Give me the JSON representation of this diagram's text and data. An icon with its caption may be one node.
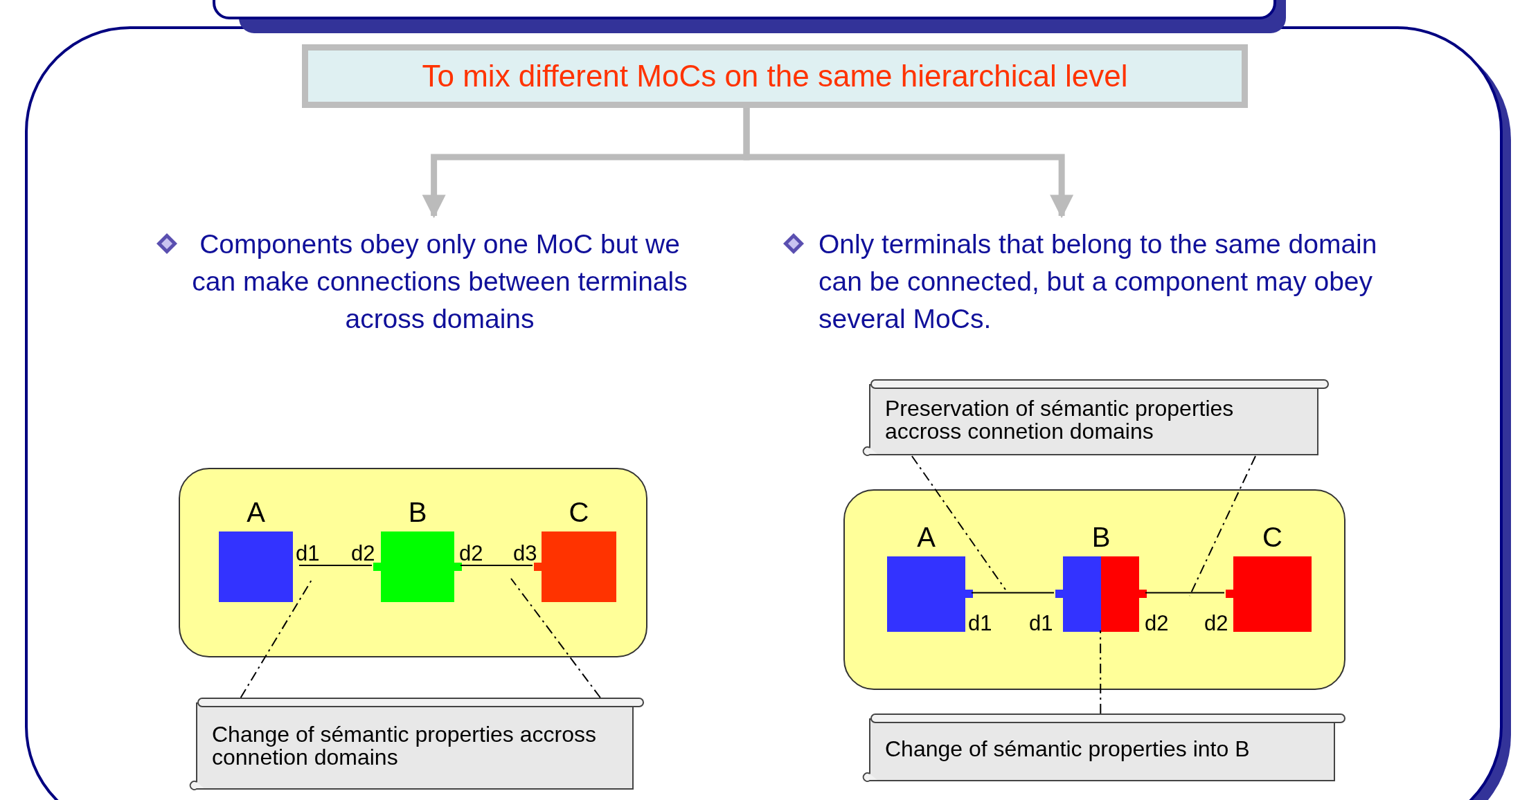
{
  "diagram": {
    "nodes": [
      {
        "text": [
          "To mix different MoCs on the same hierarchical level"
        ]
      },
      {
        "text": [
          "Components obey only one MoC but we can make connections between terminals across domains"
        ]
      },
      {
        "text": [
          "Only terminals that belong to the same domain can be connected, but a component may obey several MoCs."
        ]
      },
      {
        "text": [],
        "shape": "box"
      },
      {
        "text": [
          "A"
        ],
        "in": 3
      },
      {
        "text": [
          "B"
        ],
        "in": 3
      },
      {
        "text": [
          "C"
        ],
        "in": 3
      },
      {
        "text": [
          "Change of sémantic properties accross connetion domains"
        ]
      },
      {
        "text": [
          "Preservation of sémantic properties accross connetion domains"
        ]
      },
      {
        "text": [],
        "shape": "box"
      },
      {
        "text": [
          "A"
        ],
        "in": 9
      },
      {
        "text": [
          "B"
        ],
        "in": 9
      },
      {
        "text": [
          "C"
        ],
        "in": 9
      },
      {
        "text": [
          "Change of sémantic properties into B"
        ]
      }
    ],
    "edges": [
      {
        "from": 0,
        "to": 1,
        "arrow": "to",
        "style": "thick",
        "color": "#bbbbbb"
      },
      {
        "from": 0,
        "to": 2,
        "arrow": "to",
        "style": "thick",
        "color": "#bbbbbb"
      },
      {
        "from": 4,
        "to": 5,
        "arrow": "none"
      },
      {
        "from": 5,
        "to": 6,
        "arrow": "none"
      },
      {
        "from": 7,
        "to": null,
        "arrow": "none",
        "style": "dashed"
      },
      {
        "from": 7,
        "to": null,
        "arrow": "none",
        "style": "dashed"
      },
      {
        "from": 10,
        "to": 11,
        "arrow": "none"
      },
      {
        "from": 11,
        "to": 12,
        "arrow": "none"
      },
      {
        "from": 8,
        "to": null,
        "arrow": "none",
        "style": "dashed"
      },
      {
        "from": 8,
        "to": null,
        "arrow": "none",
        "style": "dashed"
      },
      {
        "from": 13,
        "to": 11,
        "arrow": "none",
        "style": "dashed"
      }
    ],
    "labels": [
      "d1",
      "d2",
      "d2",
      "d3",
      "d1",
      "d1",
      "d2",
      "d2"
    ]
  }
}
